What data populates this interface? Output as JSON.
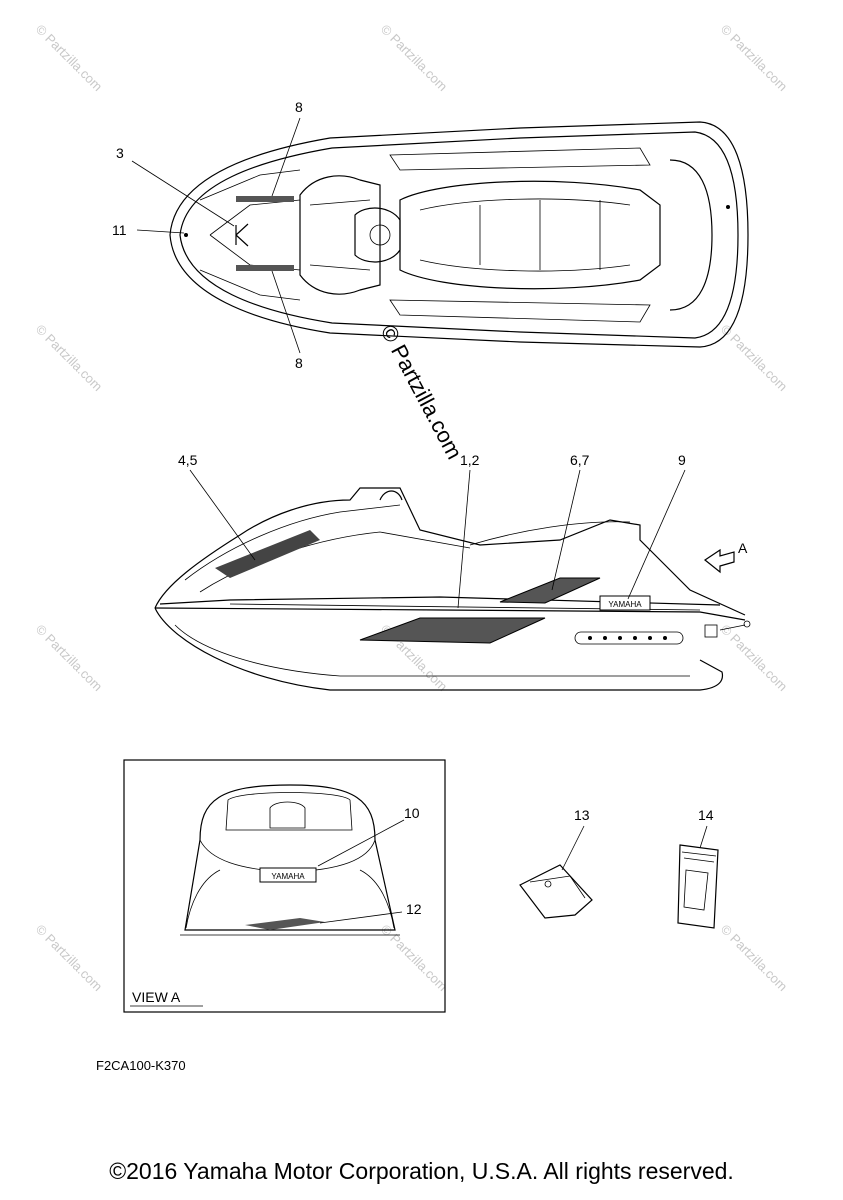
{
  "labels": {
    "top_8a": "8",
    "top_3": "3",
    "top_11": "11",
    "top_8b": "8",
    "side_45": "4,5",
    "side_12": "1,2",
    "side_67": "6,7",
    "side_9": "9",
    "side_a": "A",
    "view_10": "10",
    "view_12": "12",
    "part_13": "13",
    "part_14": "14"
  },
  "badges": {
    "yamaha_side": "YAMAHA",
    "yamaha_rear": "YAMAHA"
  },
  "view_box_title": "VIEW A",
  "diagram_code": "F2CA100-K370",
  "watermark_center": "© Partzilla.com",
  "watermark_small": "© Partzilla.com",
  "copyright": "©2016 Yamaha Motor Corporation, U.S.A. All rights reserved."
}
